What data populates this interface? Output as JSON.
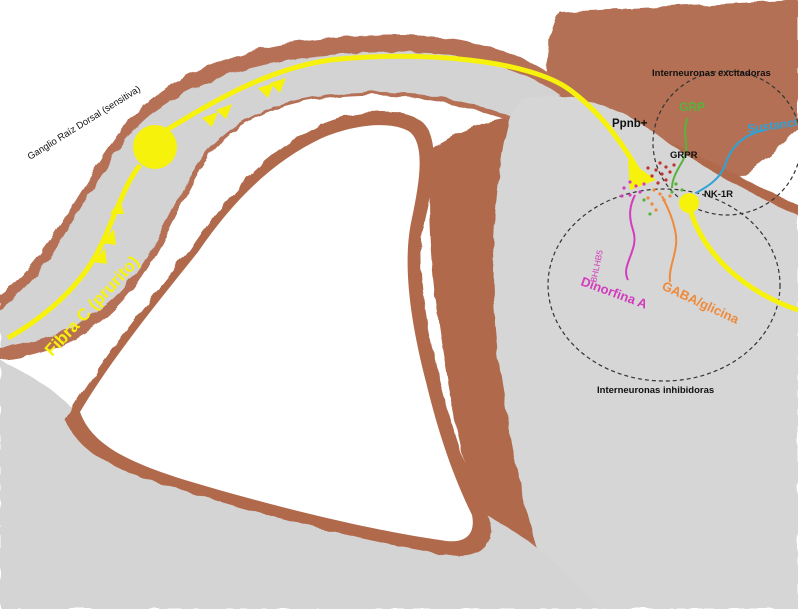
{
  "labels": {
    "ganglion": "Ganglio Raíz Dorsal (sensitiva)",
    "fiber": "Fibra C (prurito)",
    "ppnb": "Ppnb+",
    "excitatory": "Interneuronas excitadoras",
    "grp": "GRP",
    "grpr": "GRPR",
    "substance_p": "Sustancia P",
    "nk1r": "NK-1R",
    "bhlhb5": "BHLHB5",
    "dynorphin": "Dinorfina A",
    "gaba": "GABA/glicina",
    "inhibitory": "Interneuronas inhibidoras"
  },
  "colors": {
    "fiber": "#f7f20c",
    "grp": "#57b33a",
    "substance_p": "#2ea3d8",
    "dynorphin": "#d23cbd",
    "gaba": "#ef8a3a",
    "tissue_brown": "#b0684a",
    "tissue_grey": "#d9d9d9"
  }
}
